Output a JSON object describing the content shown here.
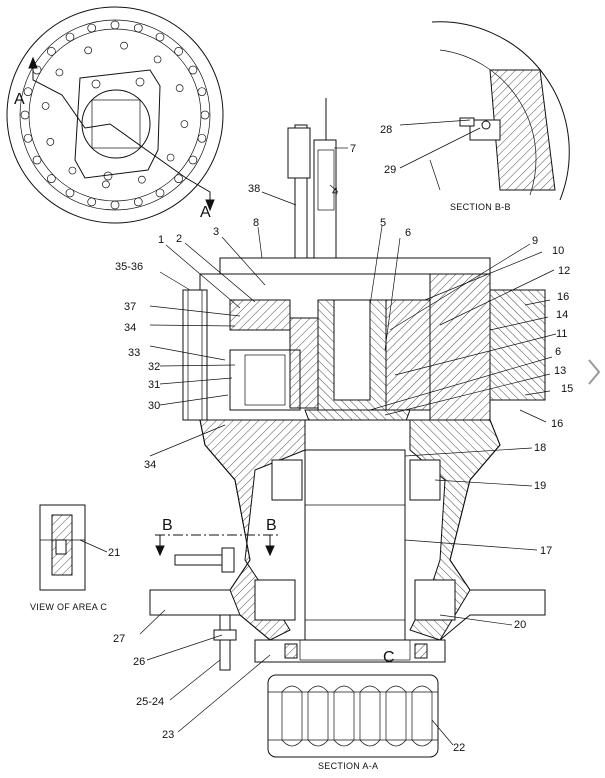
{
  "callouts": [
    {
      "id": "c1",
      "text": "1"
    },
    {
      "id": "c2",
      "text": "2"
    },
    {
      "id": "c3",
      "text": "3"
    },
    {
      "id": "c4",
      "text": "4"
    },
    {
      "id": "c5",
      "text": "5"
    },
    {
      "id": "c6a",
      "text": "6"
    },
    {
      "id": "c6b",
      "text": "6"
    },
    {
      "id": "c7",
      "text": "7"
    },
    {
      "id": "c8",
      "text": "8"
    },
    {
      "id": "c9",
      "text": "9"
    },
    {
      "id": "c10",
      "text": "10"
    },
    {
      "id": "c11",
      "text": "11"
    },
    {
      "id": "c12",
      "text": "12"
    },
    {
      "id": "c13",
      "text": "13"
    },
    {
      "id": "c14",
      "text": "14"
    },
    {
      "id": "c15",
      "text": "15"
    },
    {
      "id": "c16a",
      "text": "16"
    },
    {
      "id": "c16b",
      "text": "16"
    },
    {
      "id": "c17",
      "text": "17"
    },
    {
      "id": "c18",
      "text": "18"
    },
    {
      "id": "c19",
      "text": "19"
    },
    {
      "id": "c20",
      "text": "20"
    },
    {
      "id": "c21",
      "text": "21"
    },
    {
      "id": "c22",
      "text": "22"
    },
    {
      "id": "c23",
      "text": "23"
    },
    {
      "id": "c2524",
      "text": "25-24"
    },
    {
      "id": "c26",
      "text": "26"
    },
    {
      "id": "c27",
      "text": "27"
    },
    {
      "id": "c28",
      "text": "28"
    },
    {
      "id": "c29",
      "text": "29"
    },
    {
      "id": "c30",
      "text": "30"
    },
    {
      "id": "c31",
      "text": "31"
    },
    {
      "id": "c32",
      "text": "32"
    },
    {
      "id": "c33",
      "text": "33"
    },
    {
      "id": "c34a",
      "text": "34"
    },
    {
      "id": "c34b",
      "text": "34"
    },
    {
      "id": "c3536",
      "text": "35-36"
    },
    {
      "id": "c37",
      "text": "37"
    },
    {
      "id": "c38",
      "text": "38"
    }
  ],
  "section_markers": {
    "a_left": "A",
    "a_right": "A",
    "b_left": "B",
    "b_right": "B",
    "c_area": "C"
  },
  "captions": {
    "section_bb": "SECTION B-B",
    "view_area_c": "VIEW OF AREA C",
    "section_aa": "SECTION A-A"
  },
  "nav": {
    "next_icon": "chevron-right-icon"
  }
}
